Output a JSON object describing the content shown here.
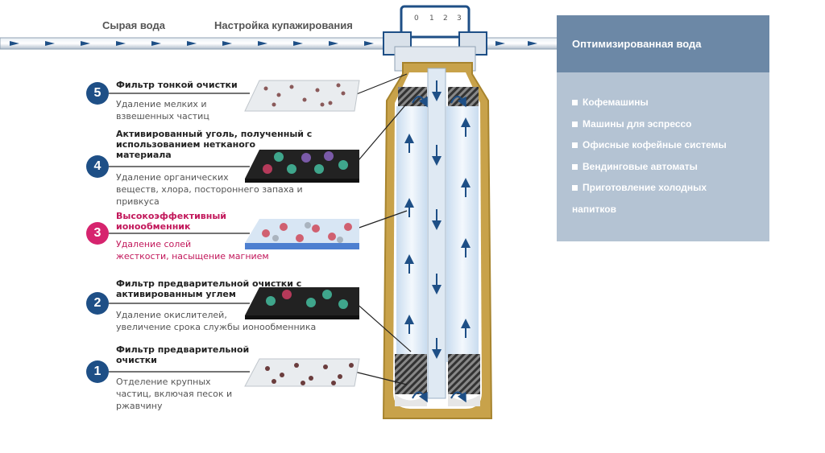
{
  "pipe": {
    "raw_water": "Сырая вода",
    "blend_setting": "Настройка купажирования",
    "dial": [
      "0",
      "1",
      "2",
      "3"
    ]
  },
  "output": {
    "title": "Оптимизированная вода",
    "items": [
      "Кофемашины",
      "Машины для эспрессо",
      "Офисные кофейные системы",
      "Вендинговые автоматы",
      "Приготовление холодных",
      "напитков"
    ]
  },
  "stages": [
    {
      "num": "5",
      "title_lines": [
        "Фильтр тонкой очистки"
      ],
      "desc_lines": [
        "Удаление мелких и",
        "взвешенных частиц"
      ]
    },
    {
      "num": "4",
      "title_lines": [
        "Активированный уголь, полученный с",
        "использованием нетканого",
        "материала"
      ],
      "desc_lines": [
        "Удаление органических",
        "веществ, хлора, постороннего запаха и",
        "привкуса"
      ]
    },
    {
      "num": "3",
      "title_lines": [
        "Высокоэффективный",
        "ионообменник"
      ],
      "desc_lines": [
        "Удаление солей",
        "жесткости, насыщение магнием"
      ]
    },
    {
      "num": "2",
      "title_lines": [
        "Фильтр предварительной очистки с",
        "активированным углем"
      ],
      "desc_lines": [
        "Удаление окислителей,",
        "увеличение срока службы ионообменника"
      ]
    },
    {
      "num": "1",
      "title_lines": [
        "Фильтр предварительной",
        "очистки"
      ],
      "desc_lines": [
        "Отделение крупных",
        "частиц, включая песок и",
        "ржавчину"
      ]
    }
  ],
  "colors": {
    "badge_blue": "#1e4f86",
    "badge_magenta": "#d6246e",
    "text_magenta": "#c2185b",
    "housing_gold": "#c8a24a",
    "panel_dark": "#6c88a6",
    "panel_light": "#b4c3d3"
  }
}
